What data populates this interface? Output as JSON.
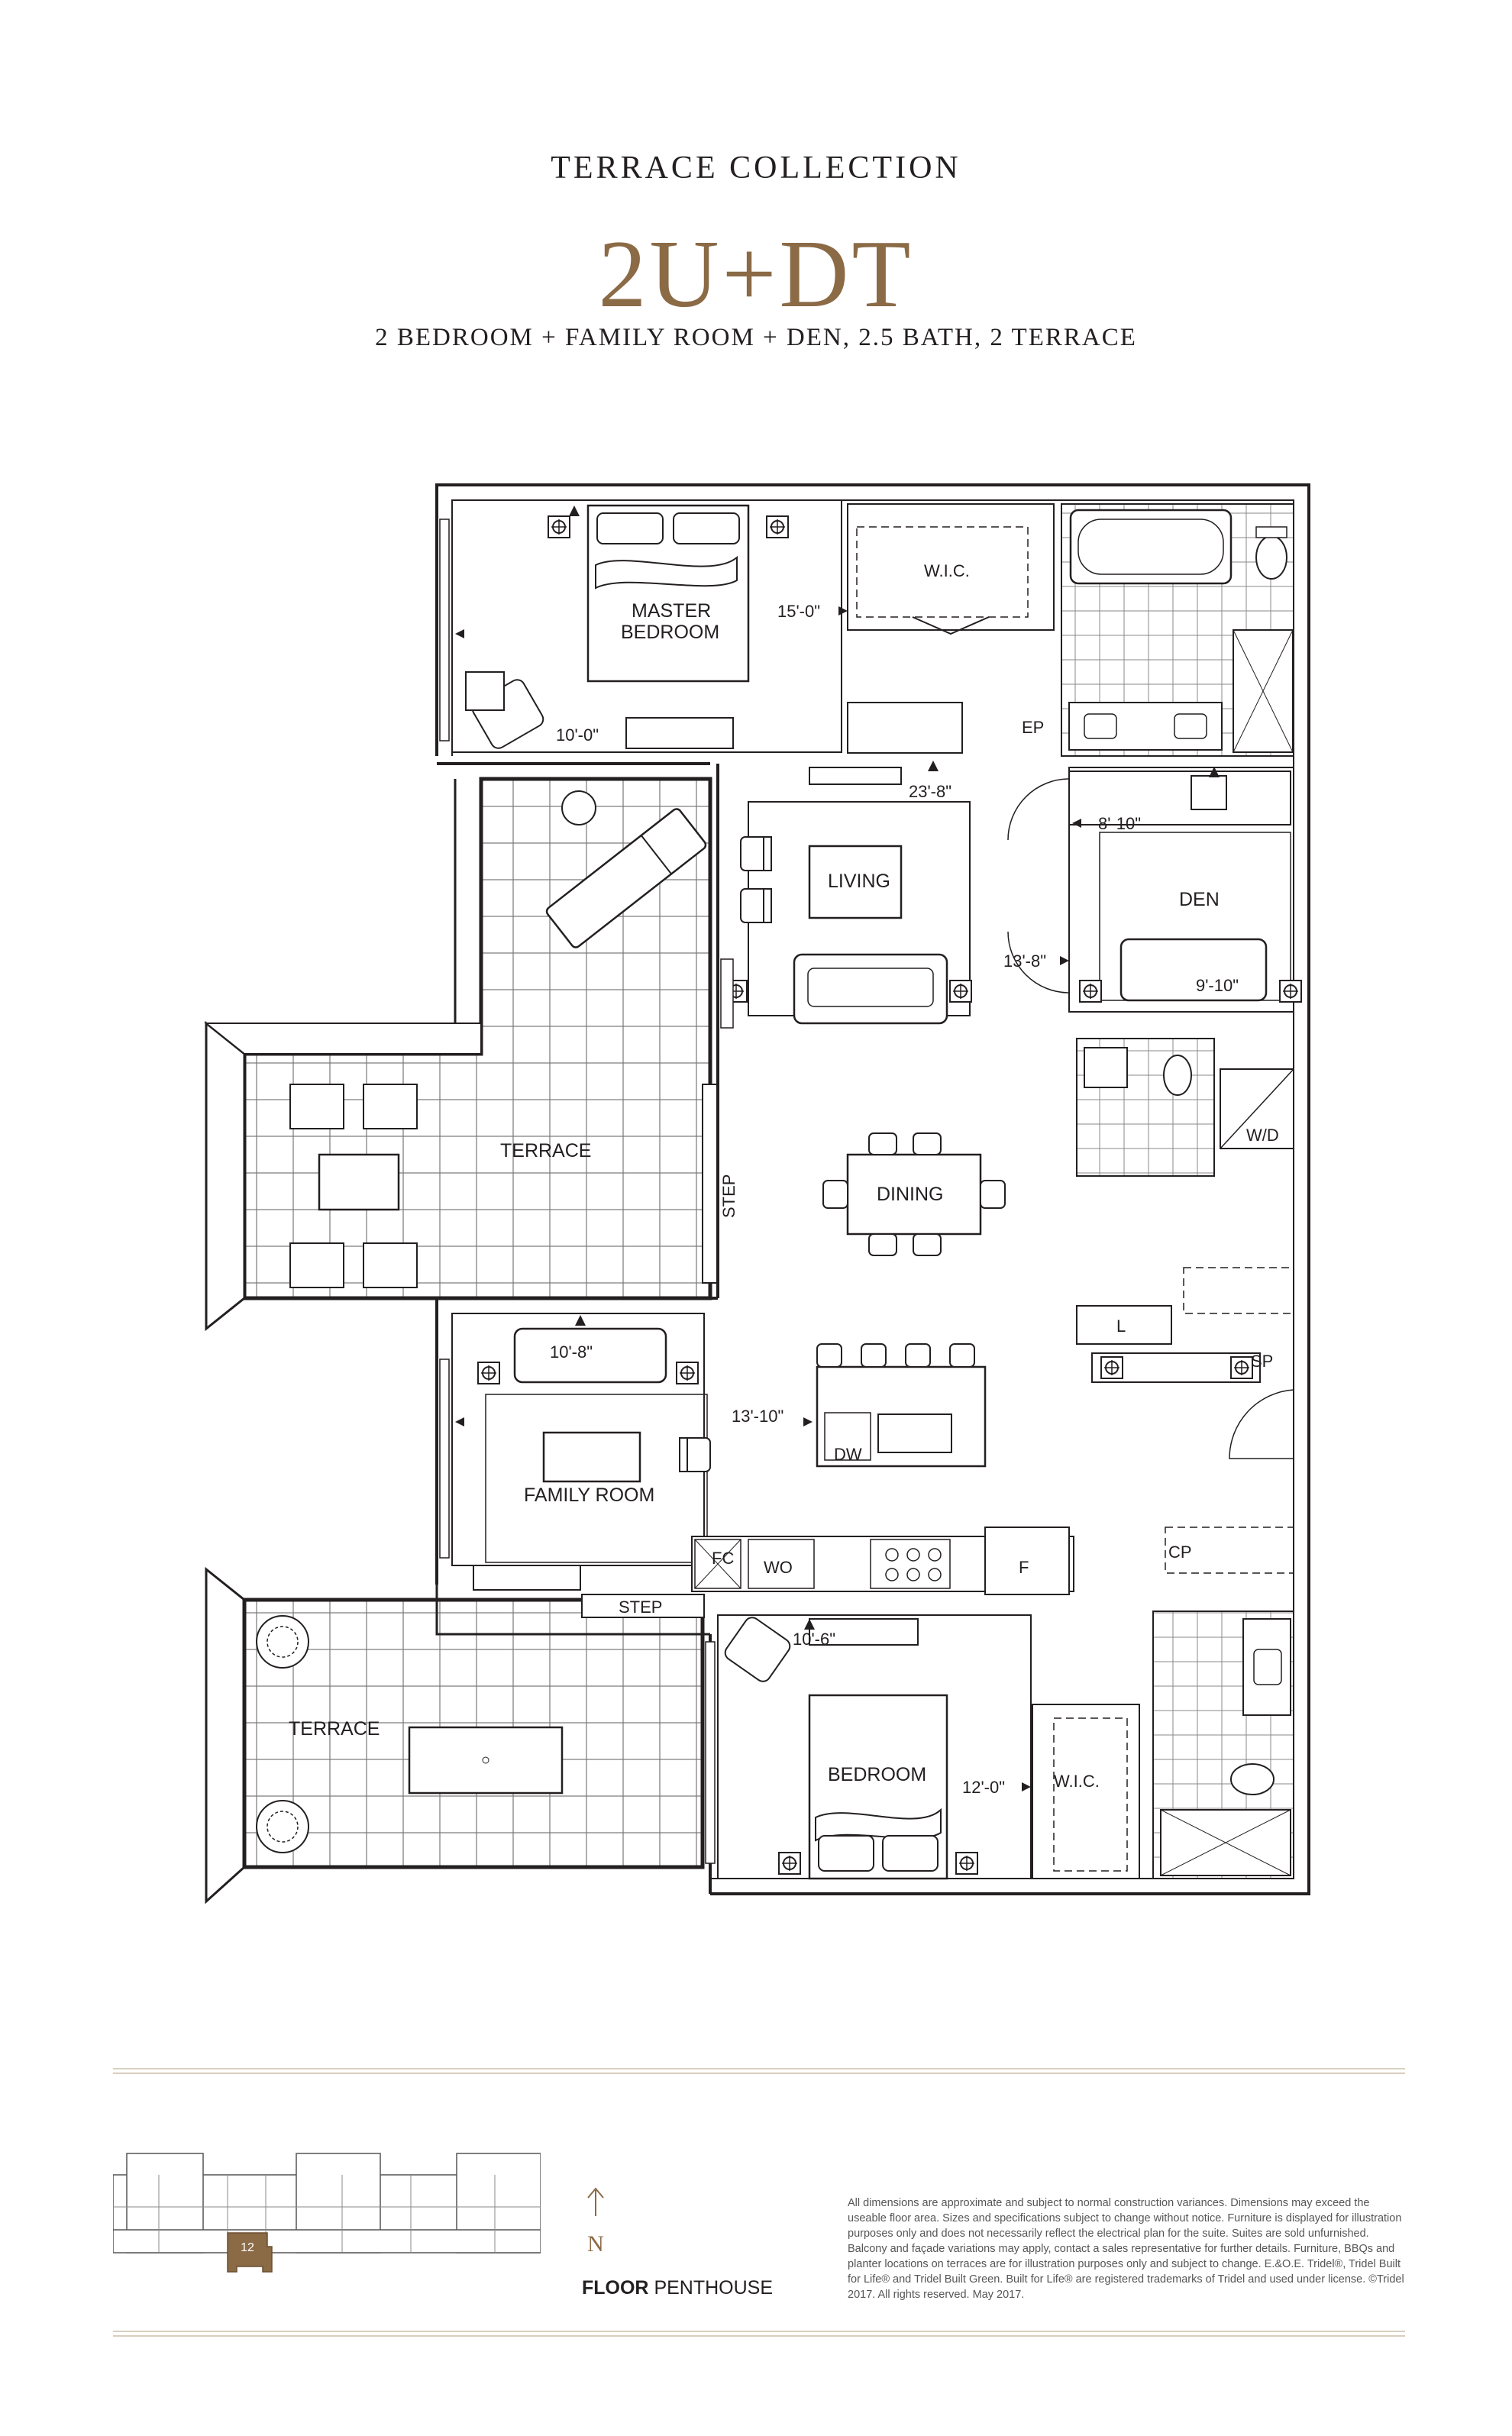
{
  "header": {
    "collection": "TERRACE COLLECTION",
    "unit_name": "2U+DT",
    "subtitle": "2 BEDROOM + FAMILY ROOM + DEN, 2.5 BATH, 2 TERRACE"
  },
  "rooms": {
    "master_bedroom_line1": "MASTER",
    "master_bedroom_line2": "BEDROOM",
    "master_wic": "W.I.C.",
    "ep": "EP",
    "living": "LIVING",
    "den": "DEN",
    "terrace_upper": "TERRACE",
    "step_vertical": "STEP",
    "wd": "W/D",
    "dining": "DINING",
    "l": "L",
    "sp": "SP",
    "family_room": "FAMILY ROOM",
    "dw": "DW",
    "fc": "FC",
    "wo": "WO",
    "f": "F",
    "cp": "CP",
    "step_horizontal": "STEP",
    "terrace_lower": "TERRACE",
    "bedroom": "BEDROOM",
    "bedroom_wic": "W.I.C."
  },
  "dimensions": {
    "master_width": "10'-0\"",
    "master_length": "15'-0\"",
    "living_length": "23'-8\"",
    "den_width": "8'-10\"",
    "den_length": "9'-10\"",
    "living_width": "13'-8\"",
    "family_width": "10'-8\"",
    "family_length": "13'-10\"",
    "bedroom_width": "10'-6\"",
    "bedroom_length": "12'-0\""
  },
  "keyplan": {
    "suite_number": "12",
    "north_letter": "N",
    "floor_bold": "FLOOR",
    "floor_name": "PENTHOUSE"
  },
  "disclaimer": "All dimensions are approximate and subject to normal construction variances. Dimensions may exceed the useable floor area. Sizes and specifications subject to change without notice. Furniture is displayed for illustration purposes only and does not necessarily reflect the electrical plan for the suite. Suites are sold unfurnished. Balcony and façade variations may apply, contact a sales representative for further details. Furniture, BBQs and planter locations on terraces are for illustration purposes only and subject to change. E.&O.E. Tridel®, Tridel Built for Life® and Tridel Built Green. Built for Life® are registered trademarks of Tridel and used under license. ©Tridel 2017. All rights reserved. May 2017.",
  "colors": {
    "accent_bronze": "#8b6a46",
    "rule_beige": "#d8cfbf",
    "line_dark": "#231f20"
  }
}
